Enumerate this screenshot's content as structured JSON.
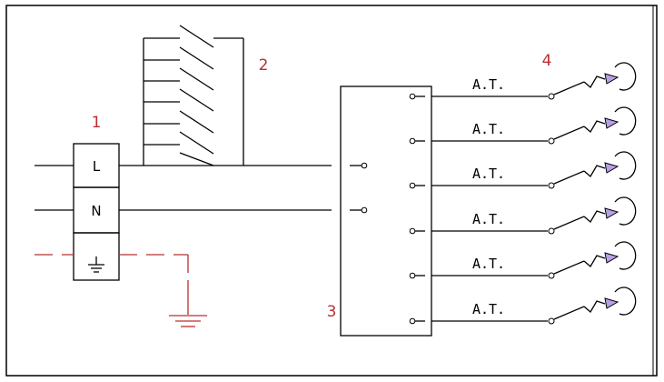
{
  "callouts": {
    "one": "1",
    "two": "2",
    "three": "3",
    "four": "4"
  },
  "terminals": {
    "live": "L",
    "neutral": "N",
    "earth_symbol": "⏚"
  },
  "breaker_label": "A.T.",
  "circuits": [
    {
      "label": "A.T."
    },
    {
      "label": "A.T."
    },
    {
      "label": "A.T."
    },
    {
      "label": "A.T."
    },
    {
      "label": "A.T."
    },
    {
      "label": "A.T."
    }
  ],
  "colors": {
    "line": "#000000",
    "callout": "#b83030",
    "earth": "#b83030",
    "breaker_triangle": "#b8a0e8",
    "frame": "#000000",
    "background": "#ffffff"
  }
}
